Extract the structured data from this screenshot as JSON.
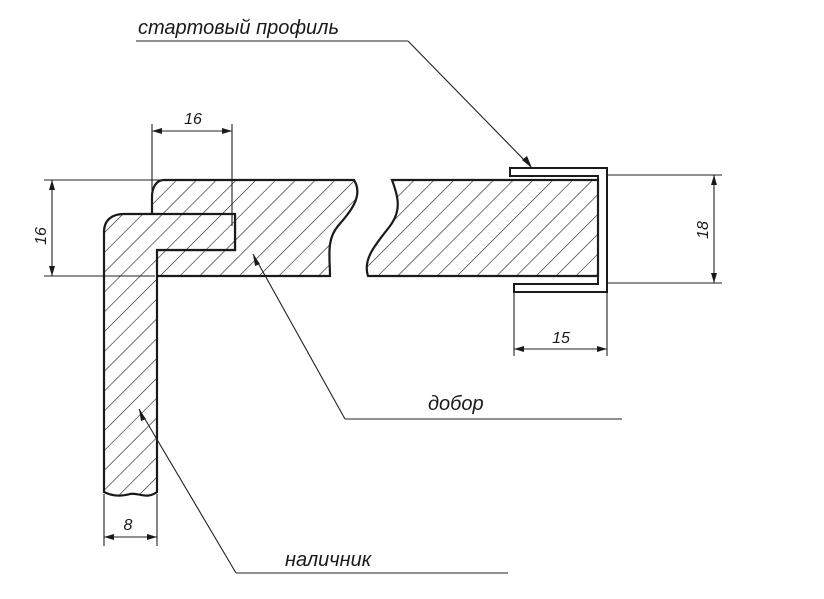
{
  "labels": {
    "start_profile": "стартовый профиль",
    "extension": "добор",
    "casing": "наличник"
  },
  "dimensions": {
    "top_width": "16",
    "left_height": "16",
    "right_height": "18",
    "profile_width": "15",
    "casing_width": "8"
  },
  "colors": {
    "line": "#1a1a1a",
    "background": "#ffffff"
  }
}
